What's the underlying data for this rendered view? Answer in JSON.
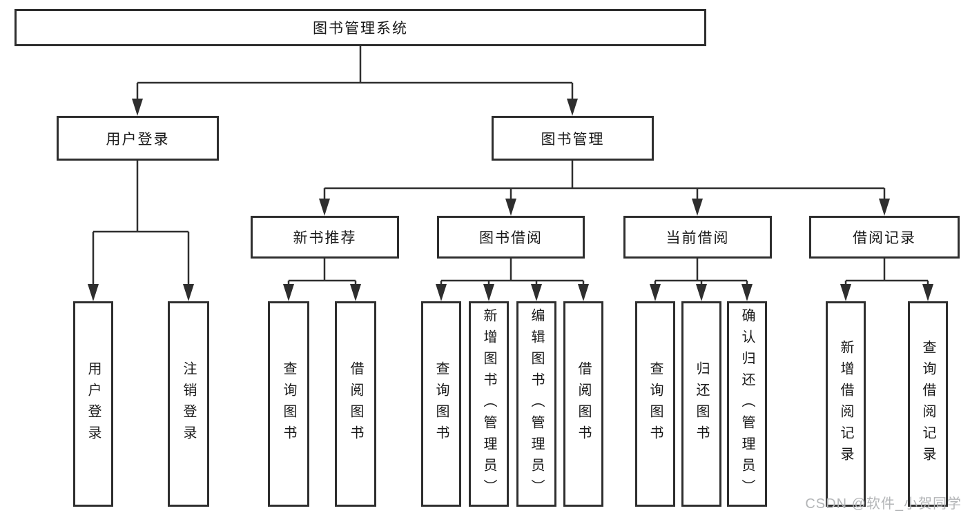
{
  "diagram": {
    "title": "图书管理系统",
    "type": "hierarchy-tree",
    "colors": {
      "line": "#2e2e2e",
      "box_border": "#2e2e2e",
      "text": "#1a1a1a",
      "background": "#ffffff",
      "watermark_text_color": "#b3b5b7"
    },
    "tree": {
      "label": "图书管理系统",
      "children": [
        {
          "label": "用户登录",
          "children": [
            {
              "label": "用户登录"
            },
            {
              "label": "注销登录"
            }
          ]
        },
        {
          "label": "图书管理",
          "children": [
            {
              "label": "新书推荐",
              "children": [
                {
                  "label": "查询图书"
                },
                {
                  "label": "借阅图书"
                }
              ]
            },
            {
              "label": "图书借阅",
              "children": [
                {
                  "label": "查询图书"
                },
                {
                  "label": "新增图书（管理员）"
                },
                {
                  "label": "编辑图书（管理员）"
                },
                {
                  "label": "借阅图书"
                }
              ]
            },
            {
              "label": "当前借阅",
              "children": [
                {
                  "label": "查询图书"
                },
                {
                  "label": "归还图书"
                },
                {
                  "label": "确认归还（管理员）"
                }
              ]
            },
            {
              "label": "借阅记录",
              "children": [
                {
                  "label": "新增借阅记录"
                },
                {
                  "label": "查询借阅记录"
                }
              ]
            }
          ]
        }
      ]
    },
    "watermark": {
      "text": "CSDN @软件_小贺同学"
    }
  }
}
